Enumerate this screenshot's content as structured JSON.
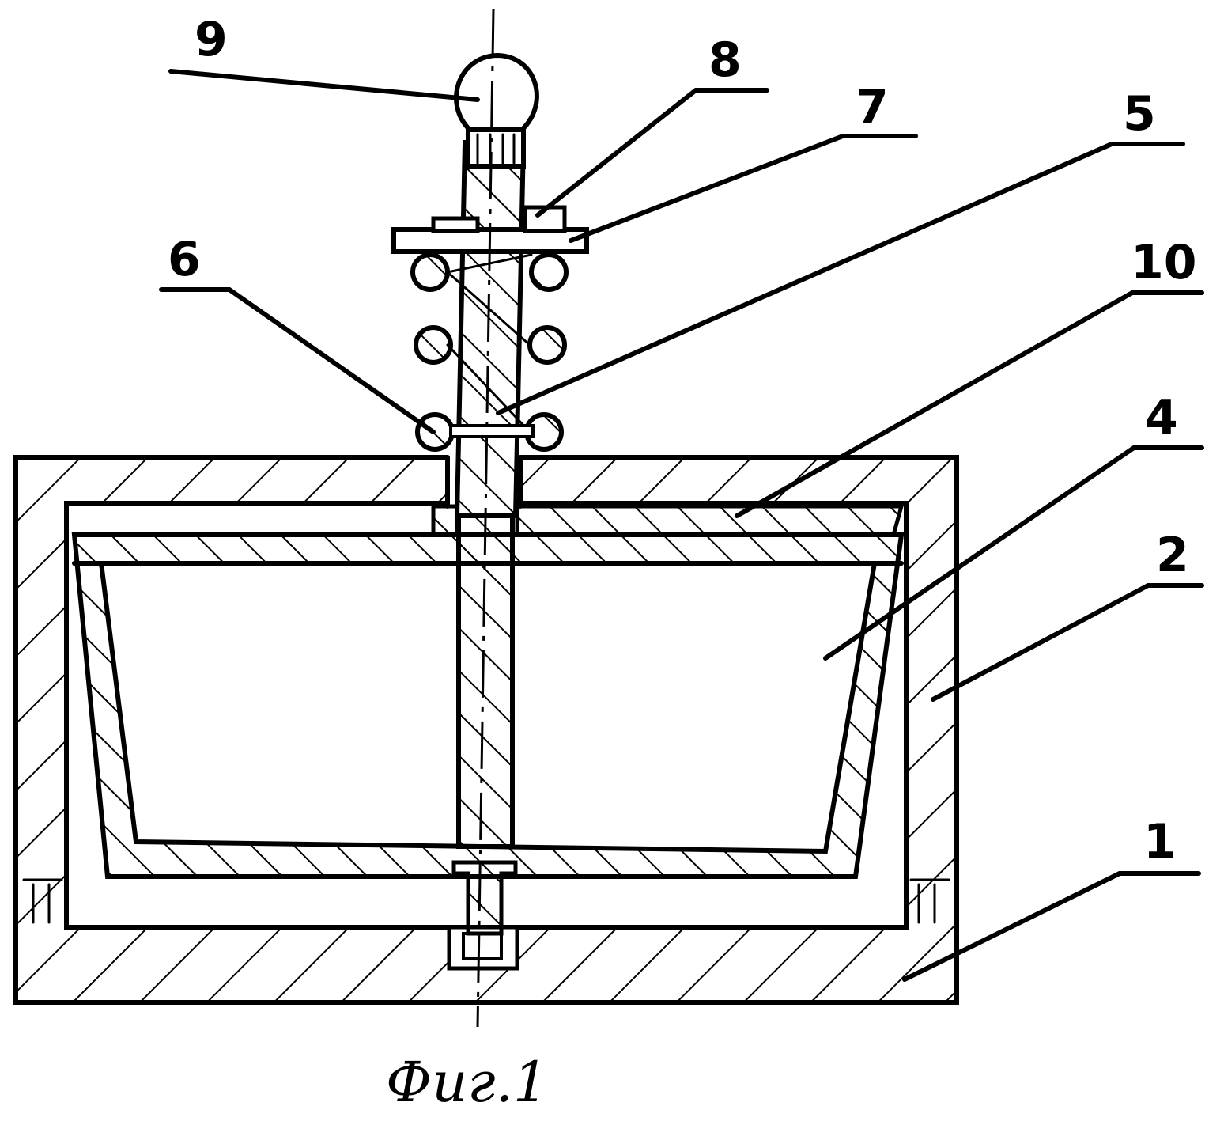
{
  "caption": "Фиг.1",
  "labels": [
    {
      "id": "1",
      "text": "1"
    },
    {
      "id": "2",
      "text": "2"
    },
    {
      "id": "4",
      "text": "4"
    },
    {
      "id": "5",
      "text": "5"
    },
    {
      "id": "6",
      "text": "6"
    },
    {
      "id": "7",
      "text": "7"
    },
    {
      "id": "8",
      "text": "8"
    },
    {
      "id": "9",
      "text": "9"
    },
    {
      "id": "10",
      "text": "10"
    }
  ]
}
